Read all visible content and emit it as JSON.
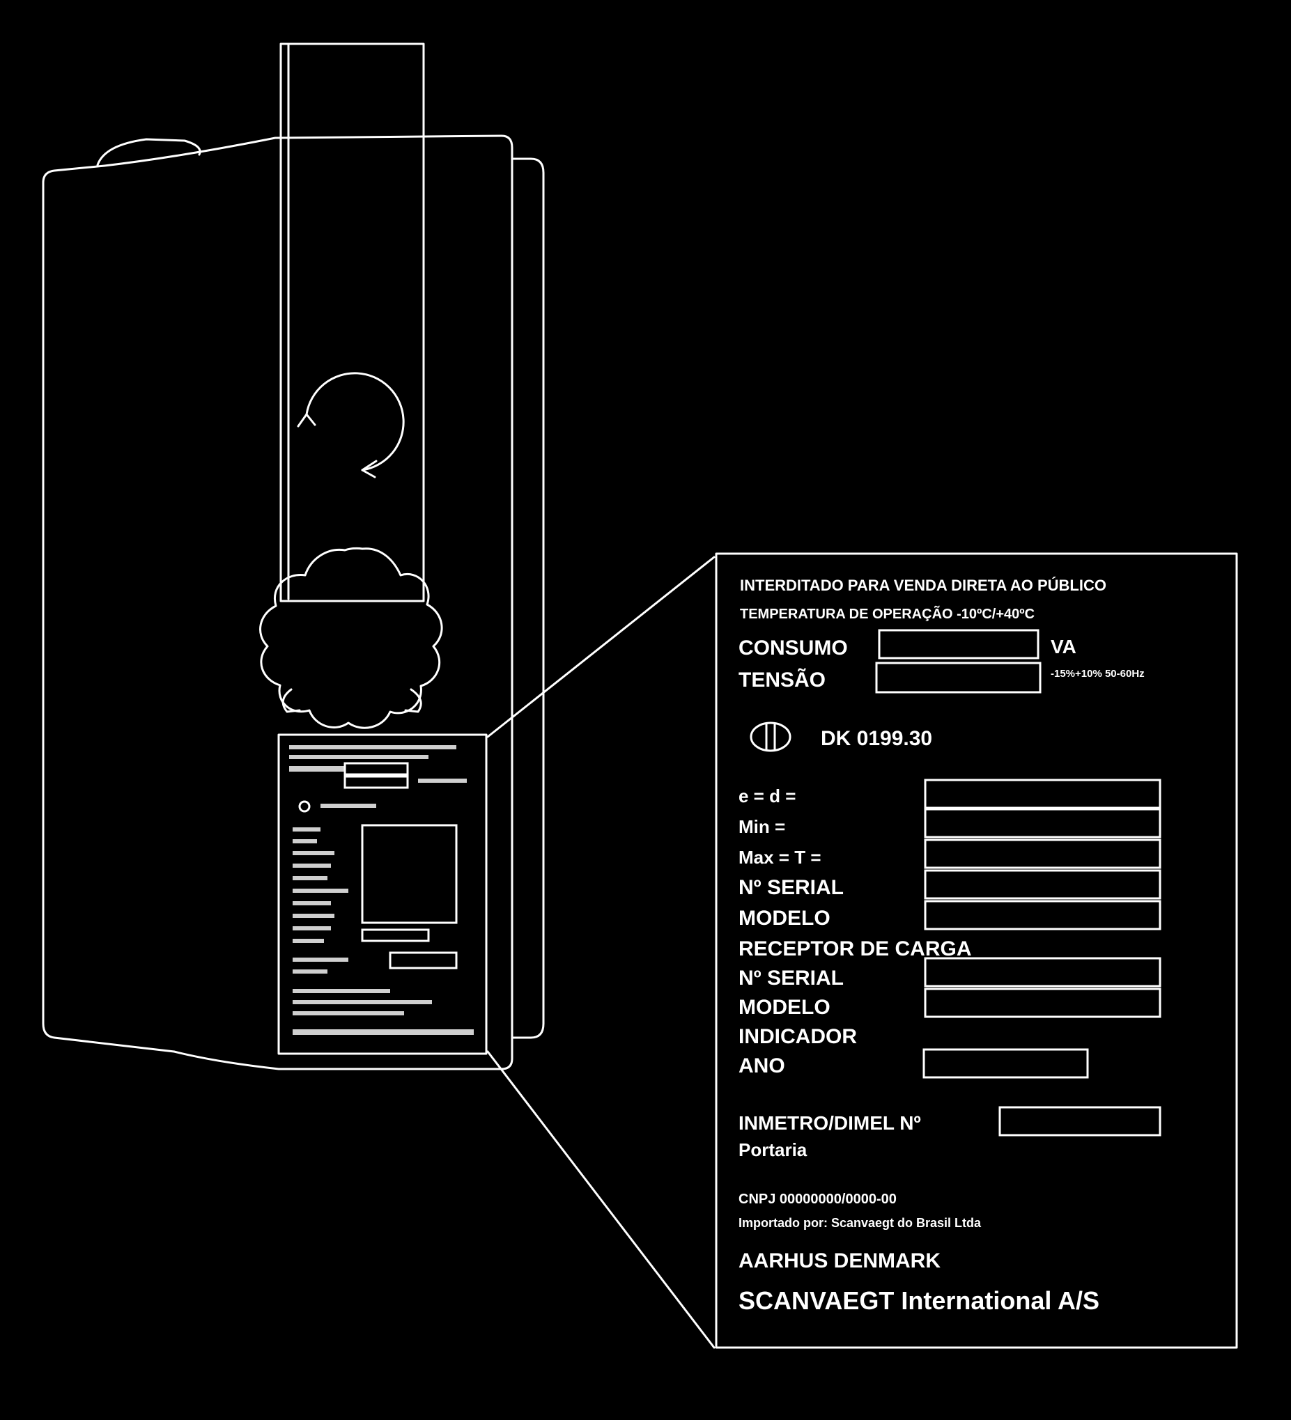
{
  "label": {
    "lines": [
      "INTERDITADO PARA VENDA DIRETA AO PÚBLICO",
      "TEMPERATURA DE OPERAÇÃO -10ºC/+40ºC",
      "CONSUMO",
      "VA",
      "TENSÃO",
      "-15%+10%  50-60Hz",
      "DK 0199.30",
      "e = d =",
      "Min =",
      "Max = T =",
      "Nº SERIAL",
      "MODELO",
      "RECEPTOR DE CARGA",
      "Nº SERIAL",
      "MODELO",
      "INDICADOR",
      "ANO",
      "INMETRO/DIMEL Nº",
      "Portaria",
      "CNPJ 00000000/0000-00",
      "Importado por: Scanvaegt do Brasil Ltda",
      "AARHUS DENMARK",
      "SCANVAEGT International A/S"
    ]
  },
  "icons": {
    "rotate": "rotate-arrow-icon",
    "knob": "star-knob-icon",
    "approval_mark": "approval-mark-icon"
  },
  "colors": {
    "background": "#000000",
    "line": "#ffffff"
  }
}
